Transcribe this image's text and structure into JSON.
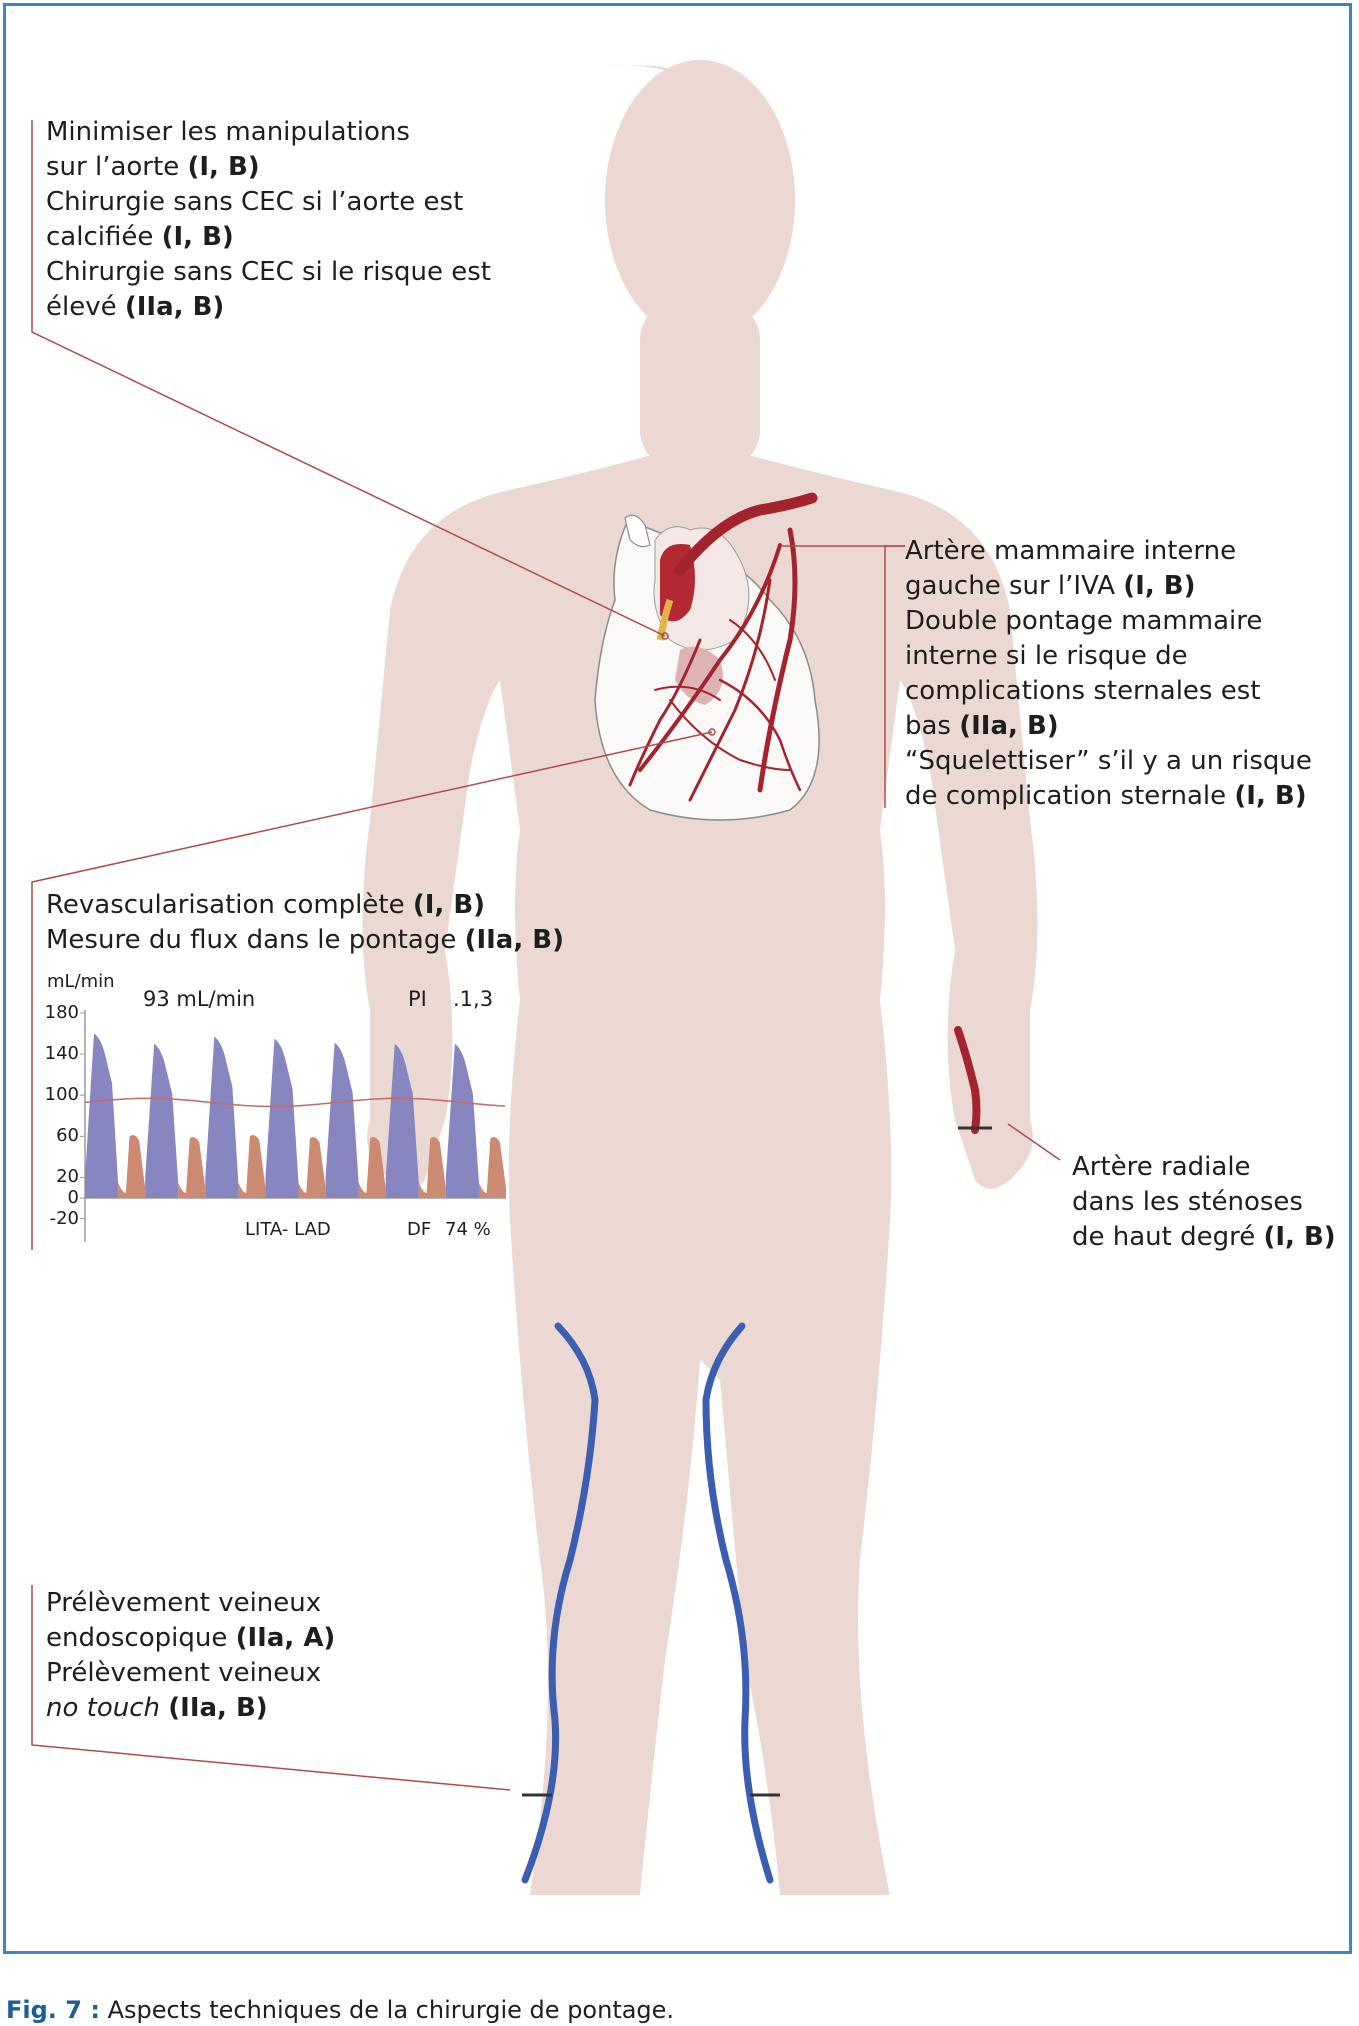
{
  "annotations": {
    "aorta": [
      {
        "text": "Minimiser les manipulations",
        "bold": ""
      },
      {
        "text": "sur l’aorte ",
        "bold": "(I, B)"
      },
      {
        "text": "Chirurgie sans CEC si l’aorte est",
        "bold": ""
      },
      {
        "text": "calcifiée ",
        "bold": "(I, B)"
      },
      {
        "text": "Chirurgie sans CEC si le risque est",
        "bold": ""
      },
      {
        "text": "élevé ",
        "bold": "(IIa, B)"
      }
    ],
    "mammary": [
      {
        "text": "Artère mammaire interne",
        "bold": ""
      },
      {
        "text": "gauche sur l’IVA ",
        "bold": "(I, B)"
      },
      {
        "text": "Double pontage mammaire",
        "bold": ""
      },
      {
        "text": "interne si le risque de",
        "bold": ""
      },
      {
        "text": "complications sternales est",
        "bold": ""
      },
      {
        "text": "bas ",
        "bold": "(IIa, B)"
      },
      {
        "text": "“Squelettiser” s’il y a un risque",
        "bold": ""
      },
      {
        "text": "de complication sternale ",
        "bold": "(I, B)"
      }
    ],
    "revascularisation": [
      {
        "text": "Revascularisation complète ",
        "bold": "(I, B)"
      },
      {
        "text": "Mesure du flux dans le pontage ",
        "bold": "(IIa, B)"
      }
    ],
    "radial": [
      {
        "text": "Artère radiale",
        "bold": ""
      },
      {
        "text": "dans les sténoses",
        "bold": ""
      },
      {
        "text": "de haut degré ",
        "bold": "(I, B)"
      }
    ],
    "vein": [
      {
        "text": "Prélèvement veineux",
        "bold": ""
      },
      {
        "text": "endoscopique ",
        "bold": "(IIa, A)"
      },
      {
        "text": "Prélèvement veineux",
        "bold": ""
      },
      {
        "text": "no touch",
        "bold": "(IIa, B)",
        "italic": true
      }
    ]
  },
  "chart": {
    "unit": "mL/min",
    "flow_label": "93 mL/min",
    "pi_label": "PI",
    "pi_value": ".1,3",
    "graft_label": "LITA- LAD",
    "df_label": "DF",
    "df_value": "74 %"
  },
  "chart_data": {
    "type": "area",
    "ylabel": "mL/min",
    "yticks": [
      180,
      140,
      100,
      60,
      20,
      0,
      -20
    ],
    "ylim": [
      -20,
      190
    ],
    "beats": 7,
    "systolic_peak": [
      160,
      150,
      157,
      155,
      151,
      150,
      150
    ],
    "diastolic_peak": [
      60,
      58,
      60,
      58,
      58,
      58,
      58
    ],
    "trough": [
      5,
      5,
      5,
      5,
      5,
      5,
      5
    ],
    "mean_flow": 93,
    "pulsatility_index": 1.3,
    "diastolic_fraction_percent": 74,
    "colors": {
      "systolic": "#8786c0",
      "diastolic": "#cc8a72",
      "mean_line": "#c06a6a"
    }
  },
  "caption": {
    "prefix": "Fig. 7 :",
    "text": " Aspects techniques de la chirurgie de pontage."
  },
  "colors": {
    "frame": "#3d86c6",
    "silhouette": "#ecd8d3",
    "artery": "#a3242e",
    "vein": "#3b5eb0",
    "leader": "#b04a45"
  }
}
